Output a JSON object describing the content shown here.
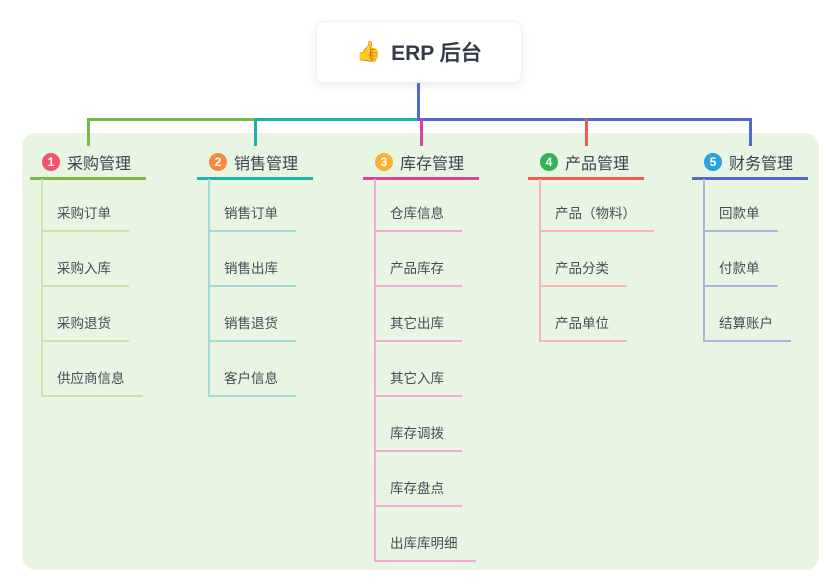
{
  "root": {
    "emoji": "👍",
    "emoji_name": "thumbs-up-icon",
    "label": "ERP 后台",
    "line_color": "#5369cd"
  },
  "panel": {
    "background": "#e8f5e2"
  },
  "branches": [
    {
      "badge": "1",
      "badge_color": "#f4536d",
      "title": "采购管理",
      "line_color": "#7db948",
      "light_color": "#c8e4ae",
      "children": [
        "采购订单",
        "采购入库",
        "采购退货",
        "供应商信息"
      ]
    },
    {
      "badge": "2",
      "badge_color": "#f8893f",
      "title": "销售管理",
      "line_color": "#1bb3a7",
      "light_color": "#a3dcd5",
      "children": [
        "销售订单",
        "销售出库",
        "销售退货",
        "客户信息"
      ]
    },
    {
      "badge": "3",
      "badge_color": "#f9b233",
      "title": "库存管理",
      "line_color": "#d8449c",
      "light_color": "#f0abd2",
      "children": [
        "仓库信息",
        "产品库存",
        "其它出库",
        "其它入库",
        "库存调拨",
        "库存盘点",
        "出库库明细"
      ]
    },
    {
      "badge": "4",
      "badge_color": "#2fb45a",
      "title": "产品管理",
      "line_color": "#f15a55",
      "light_color": "#f9b5ae",
      "children": [
        "产品（物料）",
        "产品分类",
        "产品单位"
      ]
    },
    {
      "badge": "5",
      "badge_color": "#2aa1e0",
      "title": "财务管理",
      "line_color": "#5369cd",
      "light_color": "#aab7de",
      "children": [
        "回款单",
        "付款单",
        "结算账户"
      ]
    }
  ]
}
